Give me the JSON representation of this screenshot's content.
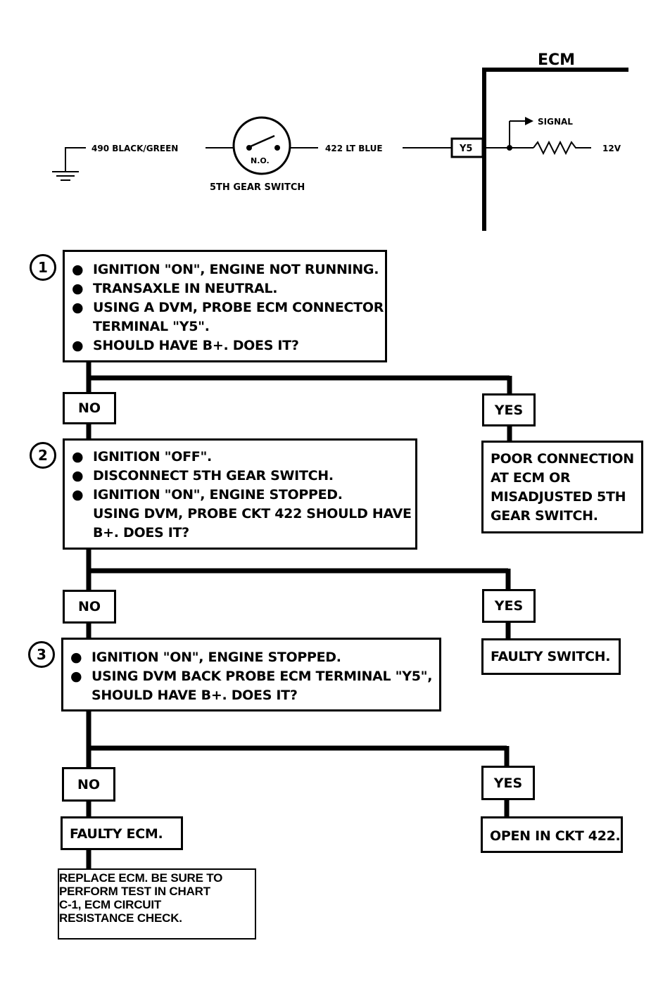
{
  "schematic": {
    "ecm_label": "ECM",
    "wire_ground_label": "490 BLACK/GREEN",
    "switch_state": "N.O.",
    "switch_name": "5TH GEAR SWITCH",
    "wire_signal_label": "422 LT BLUE",
    "terminal": "Y5",
    "signal_label": "SIGNAL",
    "voltage_label": "12V"
  },
  "steps": [
    {
      "number": "1",
      "lines": [
        {
          "bullet": true,
          "text": "IGNITION \"ON\", ENGINE NOT RUNNING."
        },
        {
          "bullet": true,
          "text": "TRANSAXLE IN NEUTRAL."
        },
        {
          "bullet": true,
          "text": "USING A DVM, PROBE ECM CONNECTOR"
        },
        {
          "bullet": false,
          "text": "TERMINAL \"Y5\"."
        },
        {
          "bullet": true,
          "text": "SHOULD HAVE B+.  DOES IT?"
        }
      ],
      "no_label": "NO",
      "yes_label": "YES",
      "yes_result": [
        "POOR CONNECTION",
        "AT ECM OR",
        "MISADJUSTED 5TH",
        "GEAR SWITCH."
      ]
    },
    {
      "number": "2",
      "lines": [
        {
          "bullet": true,
          "text": "IGNITION \"OFF\"."
        },
        {
          "bullet": true,
          "text": "DISCONNECT 5TH GEAR SWITCH."
        },
        {
          "bullet": true,
          "text": "IGNITION \"ON\", ENGINE STOPPED."
        },
        {
          "bullet": false,
          "text": "USING DVM, PROBE CKT 422 SHOULD HAVE"
        },
        {
          "bullet": false,
          "text": "B+. DOES IT?"
        }
      ],
      "no_label": "NO",
      "yes_label": "YES",
      "yes_result": [
        "FAULTY SWITCH."
      ]
    },
    {
      "number": "3",
      "lines": [
        {
          "bullet": true,
          "text": "IGNITION \"ON\", ENGINE STOPPED."
        },
        {
          "bullet": true,
          "text": "USING DVM BACK PROBE ECM TERMINAL \"Y5\","
        },
        {
          "bullet": false,
          "text": "SHOULD HAVE B+.  DOES IT?"
        }
      ],
      "no_label": "NO",
      "yes_label": "YES",
      "no_result": [
        "FAULTY ECM."
      ],
      "yes_result": [
        "OPEN IN CKT 422."
      ]
    }
  ],
  "final_action": [
    "REPLACE ECM. BE SURE TO",
    "PERFORM TEST IN CHART",
    "C-1, ECM CIRCUIT",
    "RESISTANCE CHECK."
  ]
}
